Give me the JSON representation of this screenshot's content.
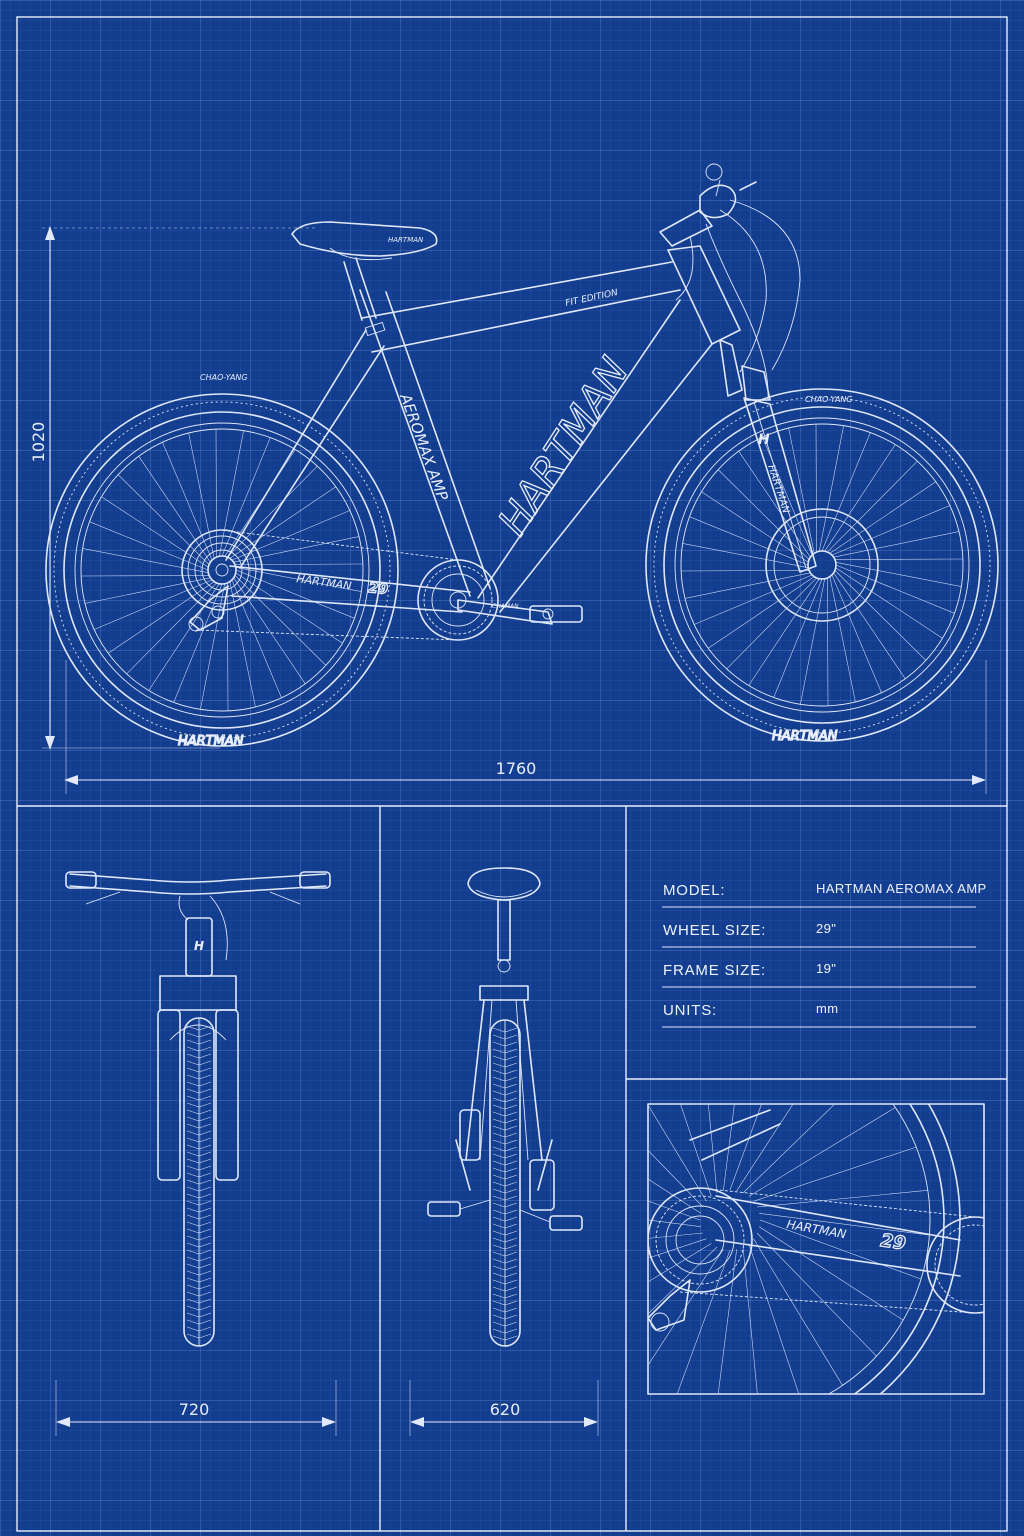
{
  "dimensions": {
    "height": "1020",
    "length": "1760",
    "front_width": "720",
    "rear_width": "620"
  },
  "decals": {
    "downtube": "HARTMAN",
    "seatstay": "AEROMAX AMP",
    "toptube": "FIT EDITION",
    "chainstay": "HARTMAN",
    "chainstay_size": "29",
    "saddle": "HARTMAN",
    "tire": "CHAO-YANG",
    "rim": "HARTMAN",
    "crank": "CHAMAN",
    "fork": "HARTMAN",
    "head_badge": "H"
  },
  "specs": [
    {
      "label": "MODEL:",
      "value": "HARTMAN AEROMAX AMP"
    },
    {
      "label": "WHEEL SIZE:",
      "value": "29\""
    },
    {
      "label": "FRAME SIZE:",
      "value": "19\""
    },
    {
      "label": "UNITS:",
      "value": "mm"
    }
  ],
  "colors": {
    "background": "#133d8e",
    "linework": "#dfe8fb"
  }
}
